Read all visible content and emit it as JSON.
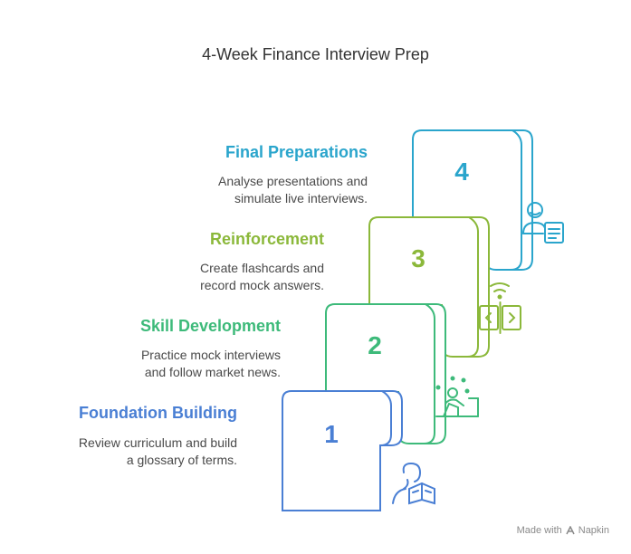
{
  "title": "4-Week Finance Interview Prep",
  "steps": [
    {
      "number": "1",
      "heading": "Foundation Building",
      "desc_line1": "Review curriculum and build",
      "desc_line2": "a glossary of terms.",
      "color": "#4a7fd4",
      "icon": "person-reading-book-icon"
    },
    {
      "number": "2",
      "heading": "Skill Development",
      "desc_line1": "Practice mock interviews",
      "desc_line2": "and follow market news.",
      "color": "#3dba7a",
      "icon": "person-at-desk-icon"
    },
    {
      "number": "3",
      "heading": "Reinforcement",
      "desc_line1": "Create flashcards and",
      "desc_line2": "record mock answers.",
      "color": "#8bb83a",
      "icon": "flashcards-icon"
    },
    {
      "number": "4",
      "heading": "Final Preparations",
      "desc_line1": "Analyse presentations and",
      "desc_line2": "simulate live interviews.",
      "color": "#2aa5cc",
      "icon": "interviewer-with-document-icon"
    }
  ],
  "footer": {
    "text": "Made with",
    "brand": "Napkin"
  }
}
